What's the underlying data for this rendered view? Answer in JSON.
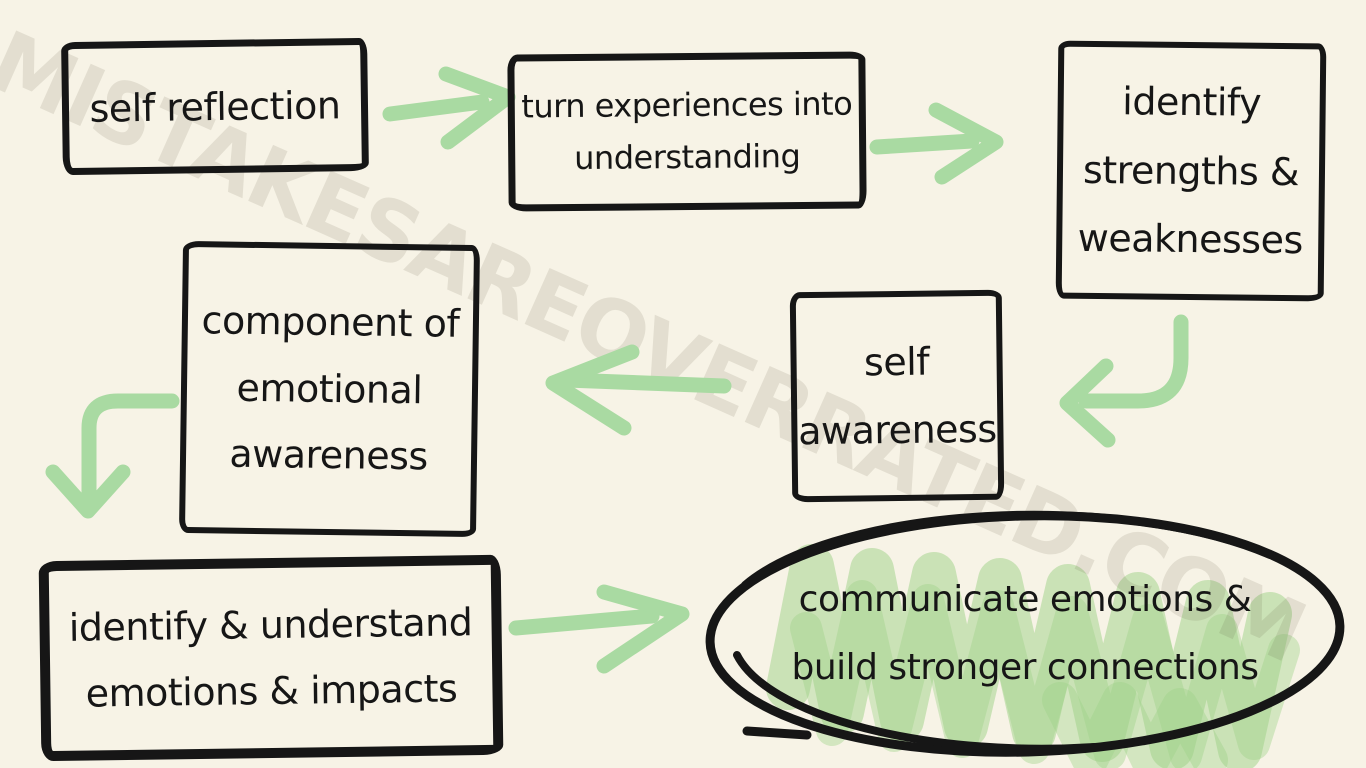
{
  "canvas": {
    "background": "#f7f3e6",
    "ink_color": "#161616",
    "arrow_color": "#a9daa2",
    "highlight_color": "#bcdfa8",
    "watermark_text": "MISTAKESAREOVERRATED.COM"
  },
  "diagram": {
    "title": "self reflection flow",
    "nodes": [
      {
        "id": "self-reflection",
        "shape": "rectangle",
        "label": "self reflection"
      },
      {
        "id": "turn-experiences",
        "shape": "rectangle",
        "label": "turn experiences into\nunderstanding"
      },
      {
        "id": "identify-strengths",
        "shape": "rectangle",
        "label": "identify\nstrengths &\nweaknesses"
      },
      {
        "id": "component-emotional",
        "shape": "rectangle",
        "label": "component of\nemotional\nawareness"
      },
      {
        "id": "self-awareness",
        "shape": "rectangle",
        "label": "self\nawareness"
      },
      {
        "id": "identify-understand",
        "shape": "rectangle",
        "label": "identify & understand\nemotions & impacts"
      },
      {
        "id": "communicate",
        "shape": "ellipse-highlighted",
        "label": "communicate emotions &\nbuild stronger connections"
      }
    ],
    "connections": [
      {
        "from": "self-reflection",
        "to": "turn-experiences",
        "style": "green-arrow-right"
      },
      {
        "from": "turn-experiences",
        "to": "identify-strengths",
        "style": "green-arrow-right"
      },
      {
        "from": "identify-strengths",
        "to": "self-awareness",
        "style": "green-elbow-down-left"
      },
      {
        "from": "self-awareness",
        "to": "component-emotional",
        "style": "green-arrow-left"
      },
      {
        "from": "component-emotional",
        "to": "identify-understand",
        "style": "green-elbow-down-left"
      },
      {
        "from": "identify-understand",
        "to": "communicate",
        "style": "green-arrow-right"
      }
    ]
  }
}
